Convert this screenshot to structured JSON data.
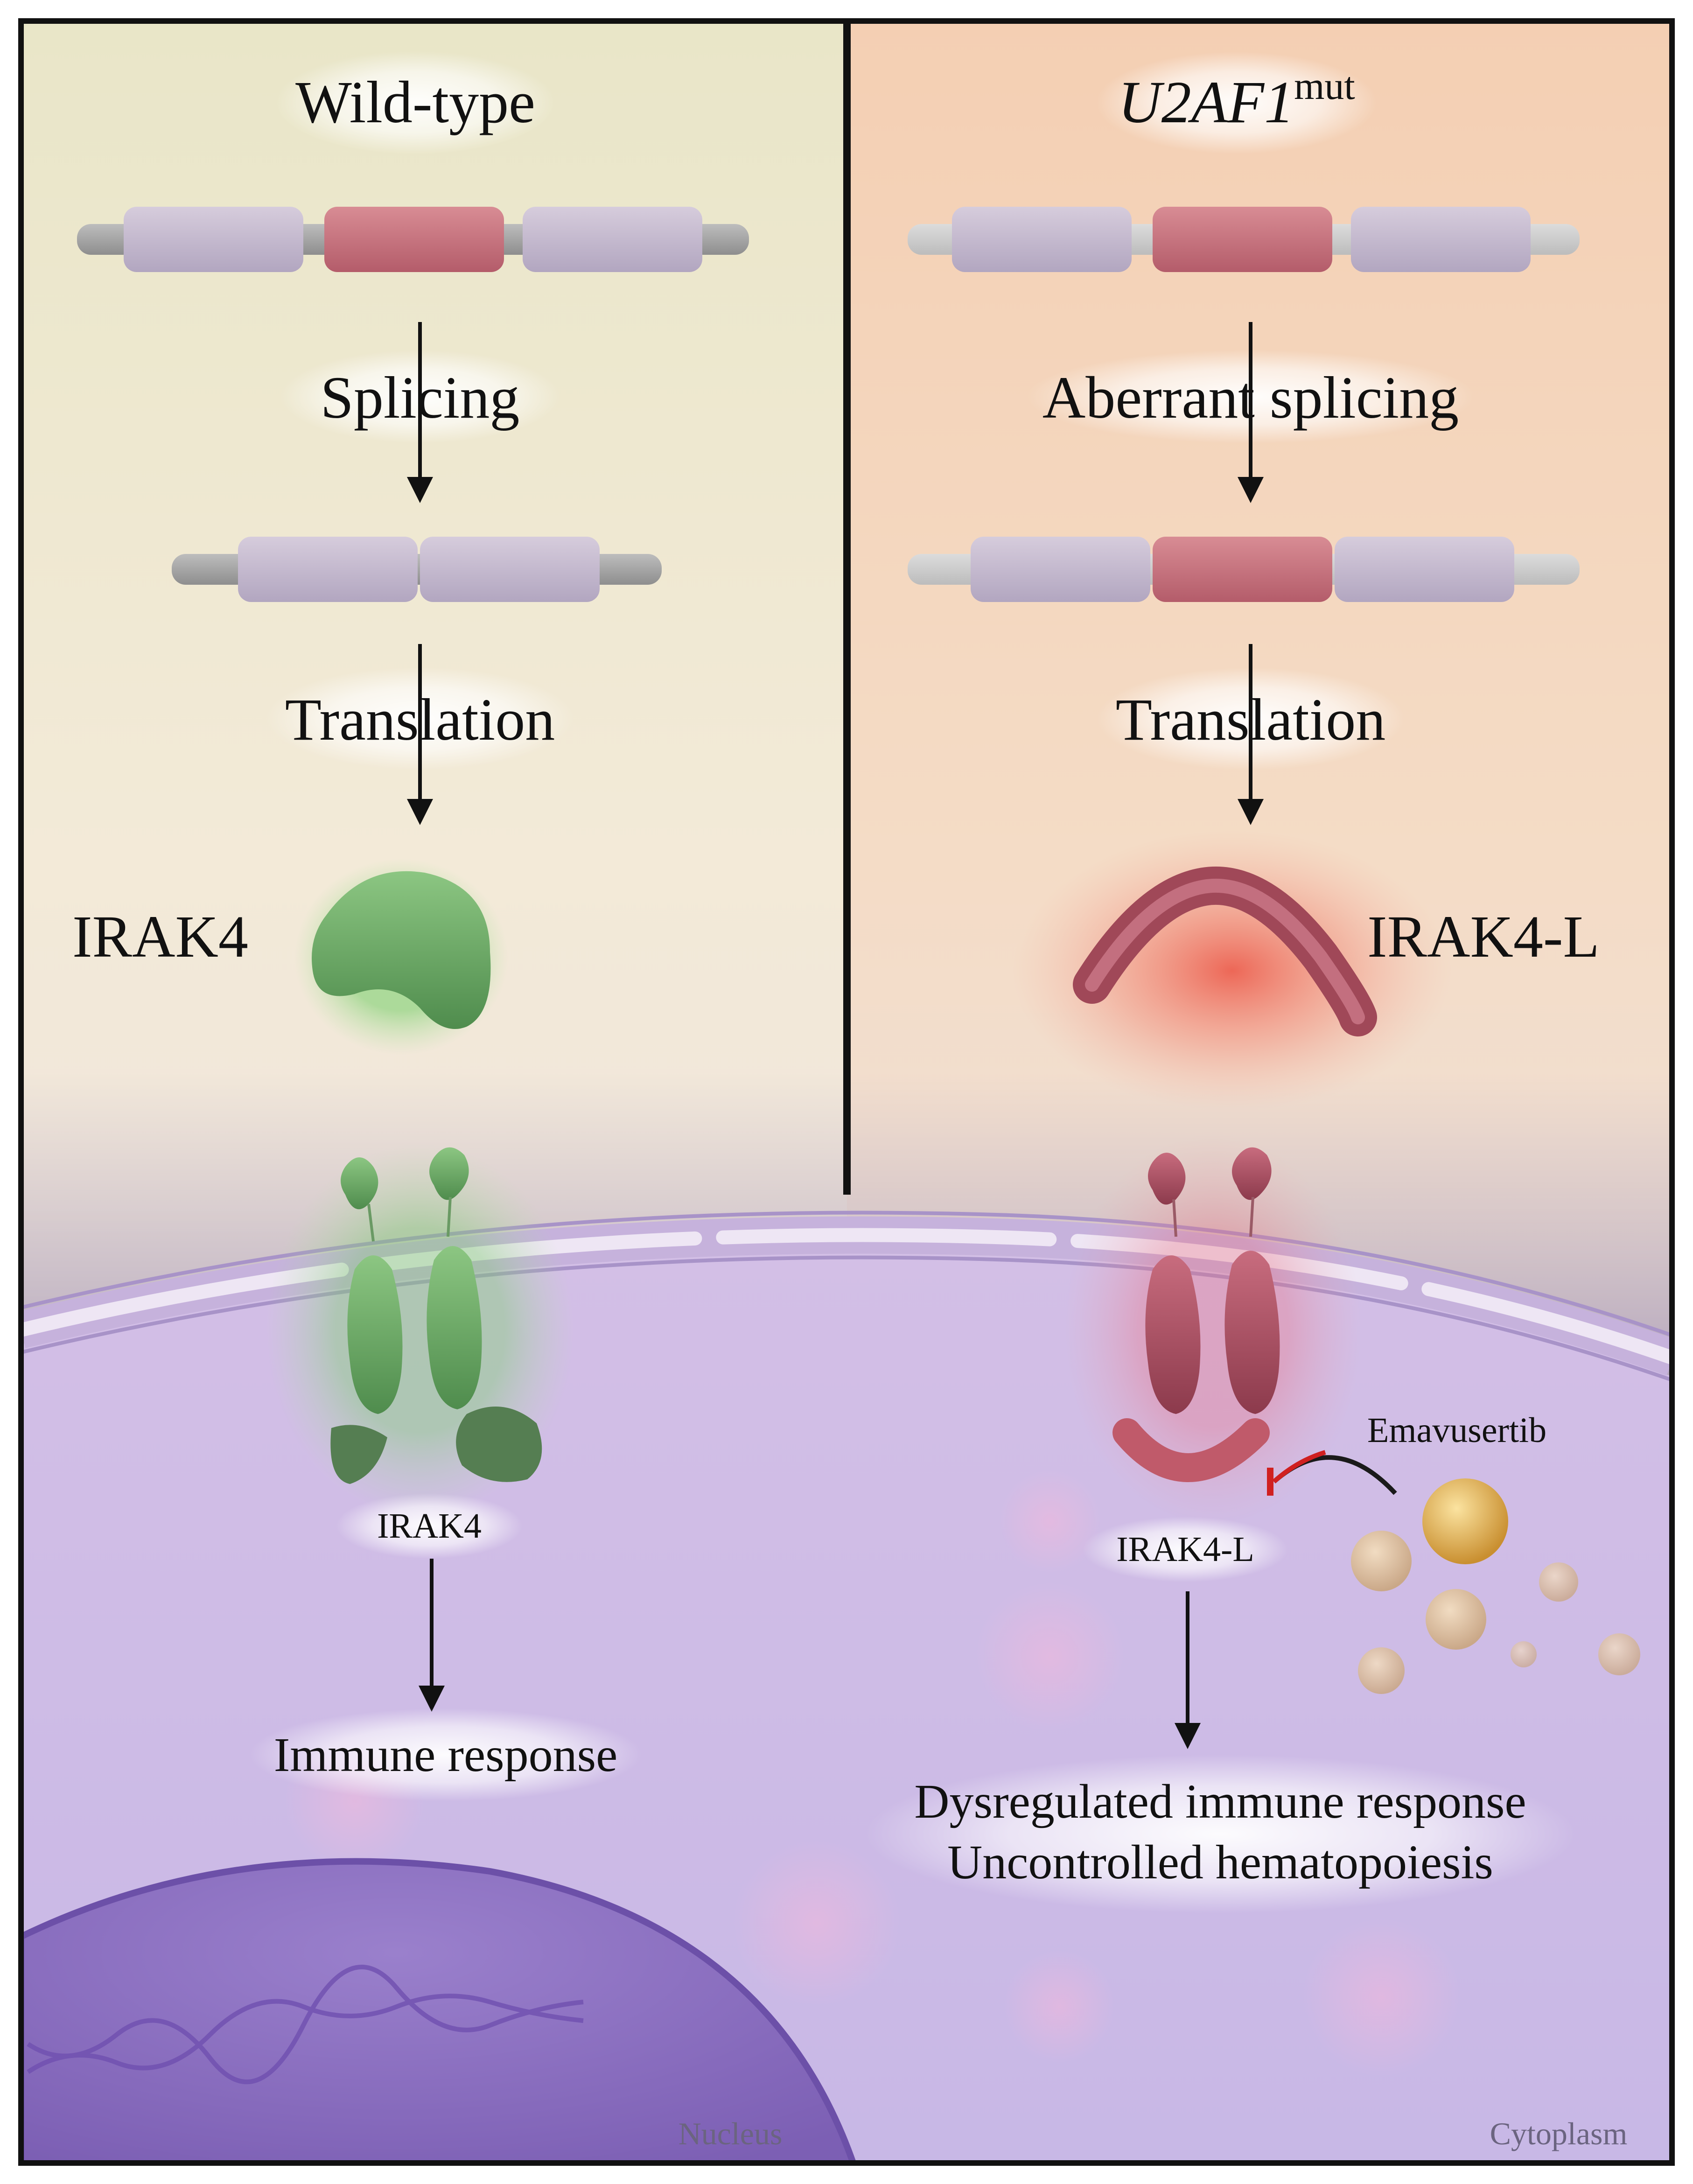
{
  "panels": {
    "wild_type": {
      "title": "Wild-type",
      "step1": "Splicing",
      "step2": "Translation",
      "protein_label": "IRAK4",
      "receptor_label": "IRAK4",
      "outcome": "Immune response"
    },
    "mutant": {
      "title_gene": "U2AF1",
      "title_superscript": "mut",
      "step1": "Aberrant splicing",
      "step2": "Translation",
      "protein_label": "IRAK4-L",
      "receptor_label": "IRAK4-L",
      "inhibitor_label": "Emavusertib",
      "outcome_line1": "Dysregulated immune response",
      "outcome_line2": "Uncontrolled hematopoiesis"
    }
  },
  "compartments": {
    "nucleus": "Nucleus",
    "cytoplasm": "Cytoplasm"
  },
  "colors": {
    "wild_type_bg": "#ece8c9",
    "mutant_bg": "#f4cfb5",
    "cell_interior": "#cdb8e3",
    "nucleus": "#8a6cc0",
    "wild_type_protein": "#78b46e",
    "mutant_protein": "#b8586a",
    "exon_normal": "#c2b7cc",
    "exon_included": "#c4707c",
    "drug": "#e0b050",
    "inhibition": "#d02020"
  }
}
